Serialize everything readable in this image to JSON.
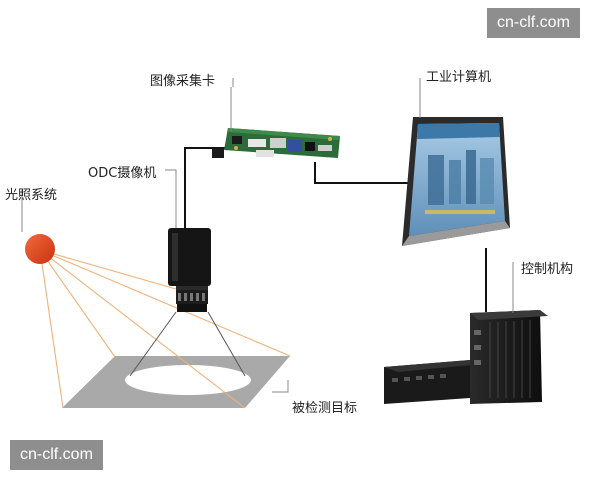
{
  "labels": {
    "capture_card": "图像采集卡",
    "industrial_pc": "工业计算机",
    "camera": "ODC摄像机",
    "lighting": "光照系统",
    "controller": "控制机构",
    "target": "被检测目标"
  },
  "watermarks": {
    "top_right": "cn-clf.com",
    "bottom_left": "cn-clf.com"
  },
  "colors": {
    "light_source": "#e2431e",
    "light_rays": "#f0b27a",
    "target_plane": "#a9a9a9",
    "monitor_screen": "#6fa3c9",
    "pcb": "#2e6b3a"
  },
  "icons": {
    "light_source": "light-bulb-sphere",
    "camera": "camera",
    "capture_card": "circuit-board",
    "industrial_pc": "touch-monitor",
    "controller": "embedded-box-pc"
  }
}
